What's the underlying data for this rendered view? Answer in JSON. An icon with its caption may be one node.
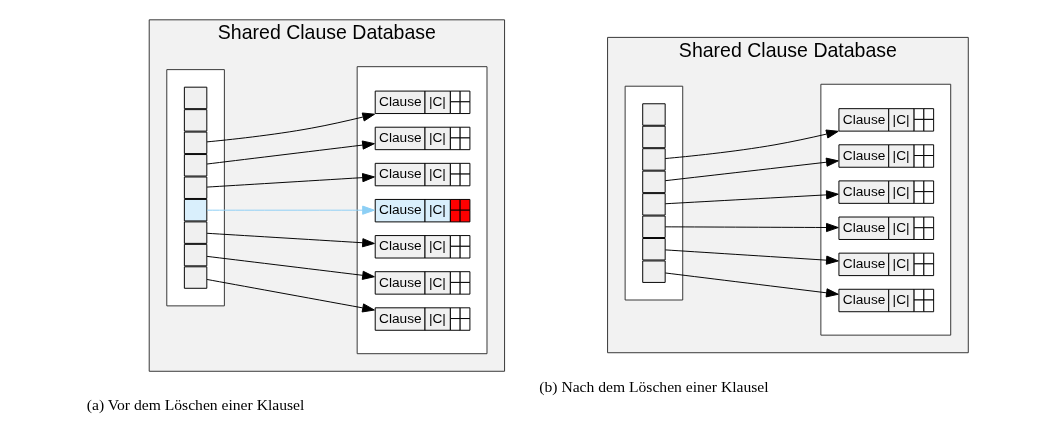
{
  "diagram": {
    "nodes": [
      {
        "text": [
          "Shared Clause Database"
        ]
      },
      {
        "text": [],
        "shape": "box",
        "in": 0
      },
      {
        "text": [],
        "shape": "box",
        "in": 0
      },
      {
        "text": [],
        "shape": "box",
        "in": 1
      },
      {
        "text": [],
        "shape": "box",
        "in": 1
      },
      {
        "text": [],
        "shape": "box",
        "in": 1
      },
      {
        "text": [],
        "shape": "box",
        "in": 1
      },
      {
        "text": [],
        "shape": "box",
        "in": 1
      },
      {
        "text": [],
        "shape": "box",
        "in": 1
      },
      {
        "text": [],
        "shape": "box",
        "in": 1
      },
      {
        "text": [],
        "shape": "box",
        "in": 1
      },
      {
        "text": [],
        "shape": "box",
        "in": 1
      },
      {
        "text": [
          "Clause",
          "|C|"
        ],
        "in": 2
      },
      {
        "text": [
          "Clause",
          "|C|"
        ],
        "in": 2
      },
      {
        "text": [
          "Clause",
          "|C|"
        ],
        "in": 2
      },
      {
        "text": [
          "Clause",
          "|C|"
        ],
        "in": 2
      },
      {
        "text": [
          "Clause",
          "|C|"
        ],
        "in": 2
      },
      {
        "text": [
          "Clause",
          "|C|"
        ],
        "in": 2
      },
      {
        "text": [
          "Clause",
          "|C|"
        ],
        "in": 2
      },
      {
        "text": [
          "Shared Clause Database"
        ]
      },
      {
        "text": [],
        "shape": "box",
        "in": 19
      },
      {
        "text": [],
        "shape": "box",
        "in": 19
      },
      {
        "text": [],
        "shape": "box",
        "in": 20
      },
      {
        "text": [],
        "shape": "box",
        "in": 20
      },
      {
        "text": [],
        "shape": "box",
        "in": 20
      },
      {
        "text": [],
        "shape": "box",
        "in": 20
      },
      {
        "text": [],
        "shape": "box",
        "in": 20
      },
      {
        "text": [],
        "shape": "box",
        "in": 20
      },
      {
        "text": [],
        "shape": "box",
        "in": 20
      },
      {
        "text": [],
        "shape": "box",
        "in": 20
      },
      {
        "text": [
          "Clause",
          "|C|"
        ],
        "in": 21
      },
      {
        "text": [
          "Clause",
          "|C|"
        ],
        "in": 21
      },
      {
        "text": [
          "Clause",
          "|C|"
        ],
        "in": 21
      },
      {
        "text": [
          "Clause",
          "|C|"
        ],
        "in": 21
      },
      {
        "text": [
          "Clause",
          "|C|"
        ],
        "in": 21
      },
      {
        "text": [
          "Clause",
          "|C|"
        ],
        "in": 21
      }
    ],
    "edges": [
      {
        "from": 5,
        "to": 12,
        "arrow": "to"
      },
      {
        "from": 6,
        "to": 13,
        "arrow": "to"
      },
      {
        "from": 7,
        "to": 14,
        "arrow": "to"
      },
      {
        "from": 8,
        "to": 15,
        "arrow": "to",
        "color": "#8ccff5"
      },
      {
        "from": 9,
        "to": 16,
        "arrow": "to"
      },
      {
        "from": 10,
        "to": 17,
        "arrow": "to"
      },
      {
        "from": 11,
        "to": 18,
        "arrow": "to"
      },
      {
        "from": 24,
        "to": 30,
        "arrow": "to"
      },
      {
        "from": 25,
        "to": 31,
        "arrow": "to"
      },
      {
        "from": 26,
        "to": 32,
        "arrow": "to"
      },
      {
        "from": 27,
        "to": 33,
        "arrow": "to"
      },
      {
        "from": 28,
        "to": 34,
        "arrow": "to"
      },
      {
        "from": 29,
        "to": 35,
        "arrow": "to"
      }
    ],
    "labels": [
      "(a) Vor dem Löschen einer Klausel",
      "(b) Nach dem Löschen einer Klausel"
    ]
  }
}
